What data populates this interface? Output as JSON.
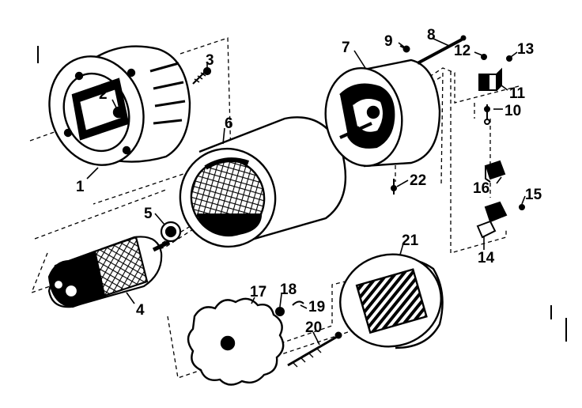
{
  "diagram": {
    "callouts": [
      {
        "id": "1",
        "part": "end-bell-rear"
      },
      {
        "id": "2",
        "part": "screw"
      },
      {
        "id": "3",
        "part": "screw"
      },
      {
        "id": "4",
        "part": "armature-rotor"
      },
      {
        "id": "5",
        "part": "bearing"
      },
      {
        "id": "6",
        "part": "stator-housing"
      },
      {
        "id": "7",
        "part": "end-bell-front"
      },
      {
        "id": "8",
        "part": "through-bolt"
      },
      {
        "id": "9",
        "part": "screw"
      },
      {
        "id": "10",
        "part": "screw"
      },
      {
        "id": "11",
        "part": "brush-holder"
      },
      {
        "id": "12",
        "part": "screw"
      },
      {
        "id": "13",
        "part": "screw"
      },
      {
        "id": "14",
        "part": "switch-bracket"
      },
      {
        "id": "15",
        "part": "screw"
      },
      {
        "id": "16",
        "part": "brush"
      },
      {
        "id": "17",
        "part": "fan"
      },
      {
        "id": "18",
        "part": "washer"
      },
      {
        "id": "19",
        "part": "clip"
      },
      {
        "id": "20",
        "part": "shaft-pin"
      },
      {
        "id": "21",
        "part": "end-cover-grille"
      },
      {
        "id": "22",
        "part": "screw"
      }
    ],
    "colors": {
      "ink": "#000000",
      "paper": "#ffffff"
    }
  }
}
